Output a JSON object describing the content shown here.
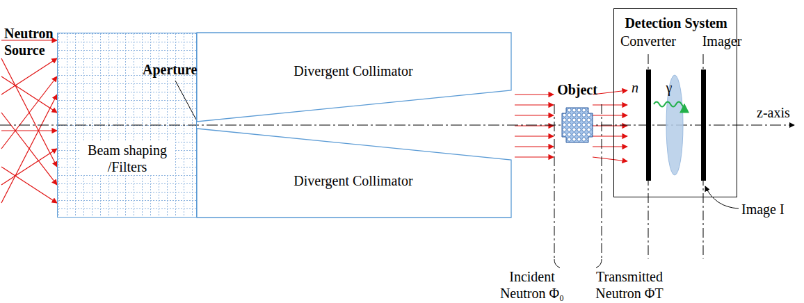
{
  "diagram": {
    "nodes": [
      {
        "text": [
          "Beam shaping /Filters"
        ]
      },
      {
        "text": [
          "Divergent Collimator"
        ]
      },
      {
        "text": [
          "Divergent Collimator"
        ]
      },
      {
        "text": [
          "Object"
        ]
      },
      {
        "text": [
          "Detection System"
        ]
      }
    ],
    "labels": [
      "Neutron Source",
      "Aperture",
      "Converter",
      "Imager",
      "n",
      "γ",
      "z-axis",
      "Image I",
      "Incident Neutron Φ₀",
      "Transmitted Neutron ΦT"
    ]
  }
}
